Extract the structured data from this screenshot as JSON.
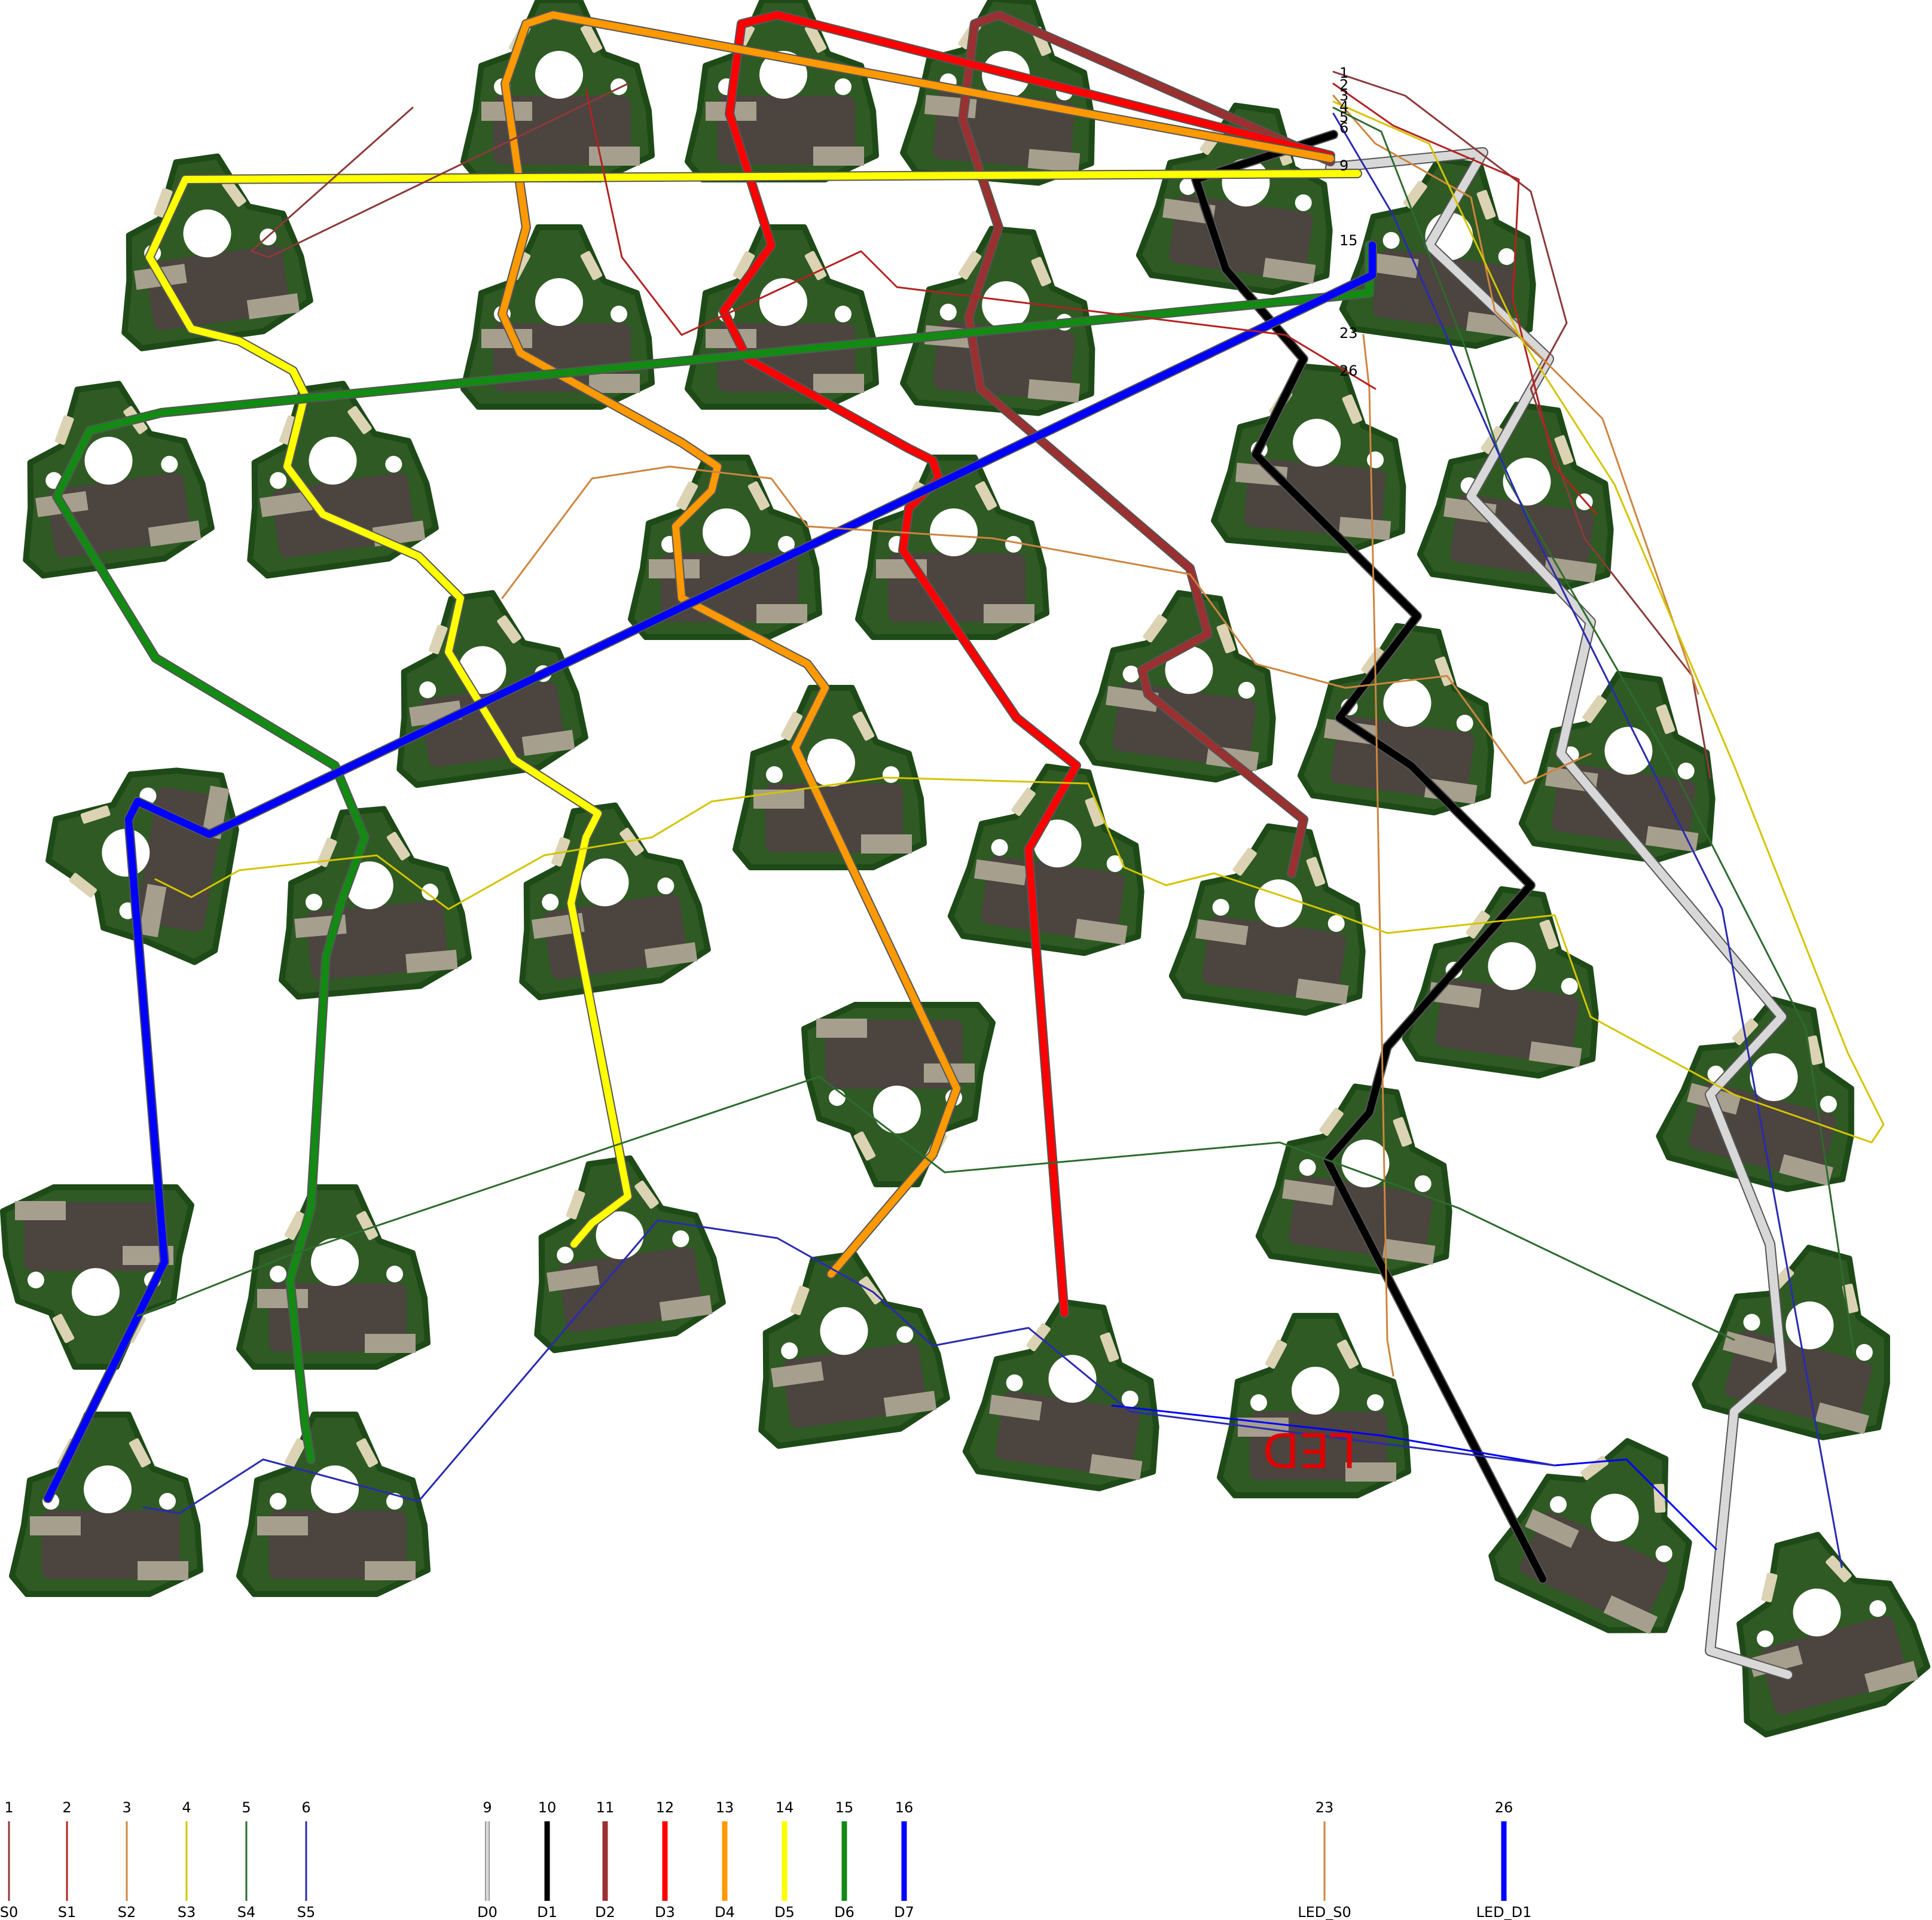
{
  "diagram": {
    "silkscreen_text": "LED",
    "connector_pins": [
      "1",
      "2",
      "3",
      "4",
      "5",
      "6",
      "9",
      "15",
      "23",
      "26"
    ],
    "legend": [
      {
        "num": "1",
        "name": "S0",
        "color": "#8b3a3a"
      },
      {
        "num": "2",
        "name": "S1",
        "color": "#b22222"
      },
      {
        "num": "3",
        "name": "S2",
        "color": "#cd853f"
      },
      {
        "num": "4",
        "name": "S3",
        "color": "#d4c400"
      },
      {
        "num": "5",
        "name": "S4",
        "color": "#2e6b2e"
      },
      {
        "num": "6",
        "name": "S5",
        "color": "#2a2ab0"
      },
      {
        "num": "9",
        "name": "D0",
        "color": "#d8d8d8"
      },
      {
        "num": "10",
        "name": "D1",
        "color": "#000000"
      },
      {
        "num": "11",
        "name": "D2",
        "color": "#9b3030"
      },
      {
        "num": "12",
        "name": "D3",
        "color": "#ff0000"
      },
      {
        "num": "13",
        "name": "D4",
        "color": "#ff9900"
      },
      {
        "num": "14",
        "name": "D5",
        "color": "#ffff00"
      },
      {
        "num": "15",
        "name": "D6",
        "color": "#138a13"
      },
      {
        "num": "16",
        "name": "D7",
        "color": "#0000ff"
      },
      {
        "num": "23",
        "name": "LED_S0",
        "color": "#cd853f"
      },
      {
        "num": "26",
        "name": "LED_D1",
        "color": "#0000ff"
      }
    ]
  },
  "colors": {
    "pcb": "#2f5a24",
    "pcb_inner": "#1e4a18",
    "switch_body": "#4b443f",
    "pad": "#dcd3b4",
    "pad_dark": "#a79f8e"
  }
}
